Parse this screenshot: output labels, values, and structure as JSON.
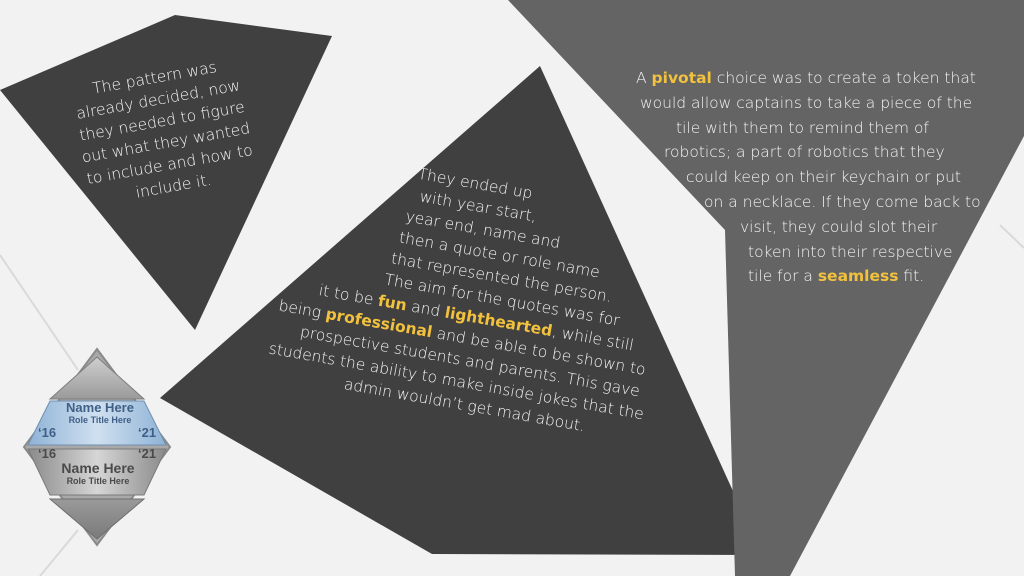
{
  "panel_left": {
    "lines": [
      "The pattern was",
      "already decided, now",
      "they needed to figure",
      "out what they wanted",
      "to include and how to",
      "include it."
    ]
  },
  "panel_middle": {
    "lines": [
      "They ended up",
      "with year start,",
      "year end, name and",
      "then a quote or role name",
      "that represented the person.",
      "The aim for the quotes was for"
    ],
    "line7": {
      "a": "it to be ",
      "hl1": "fun",
      "b": " and ",
      "hl2": "lighthearted",
      "c": ", while still"
    },
    "line8": {
      "a": "being ",
      "hl": "professional",
      "b": " and be able to be shown to"
    },
    "tail_lines": [
      "prospective students and parents. This gave",
      "students the ability to make inside jokes that the",
      "admin wouldn’t get mad about."
    ]
  },
  "panel_right": {
    "line1": {
      "a": "A ",
      "hl": "pivotal",
      "b": " choice was to create a token that"
    },
    "middle_lines": [
      "would allow captains to take a piece of the",
      "tile with them to remind them of",
      "robotics; a part of robotics that they",
      "could keep on their keychain or put",
      "on a necklace. If they come back to",
      "visit, they could slot their",
      "token into their respective"
    ],
    "last_line": {
      "a": "tile for a ",
      "hl": "seamless",
      "b": " fit."
    }
  },
  "token": {
    "top": {
      "name": "Name Here",
      "role": "Role Title Here",
      "year_start": "‘16",
      "year_end": "‘21"
    },
    "bottom": {
      "name": "Name Here",
      "role": "Role Title Here",
      "year_start": "‘16",
      "year_end": "‘21"
    }
  },
  "colors": {
    "background": "#f2f2f2",
    "panel_dark": "#404040",
    "panel_mid": "#636363",
    "highlight": "#f2c13d",
    "text": "#f2f2f2"
  }
}
